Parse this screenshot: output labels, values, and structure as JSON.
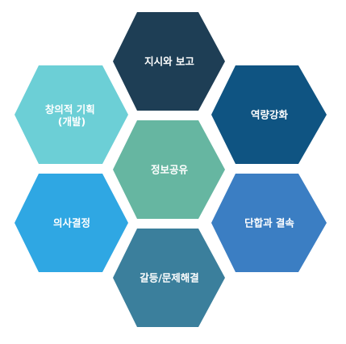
{
  "diagram": {
    "hexagons": [
      {
        "id": "report",
        "label": "지시와 보고",
        "color": "#1e3e55"
      },
      {
        "id": "creative",
        "label_lines": [
          "창의적 기획",
          "(개발)"
        ],
        "color": "#6ccfd6"
      },
      {
        "id": "competency",
        "label": "역량강화",
        "color": "#0f5482"
      },
      {
        "id": "info",
        "label": "정보공유",
        "color": "#66b6a1"
      },
      {
        "id": "decision",
        "label": "의사결정",
        "color": "#2fa7e3"
      },
      {
        "id": "unity",
        "label": "단합과 결속",
        "color": "#3b7ec3"
      },
      {
        "id": "conflict",
        "label": "갈등/문제해결",
        "color": "#3b7f9c"
      }
    ]
  }
}
